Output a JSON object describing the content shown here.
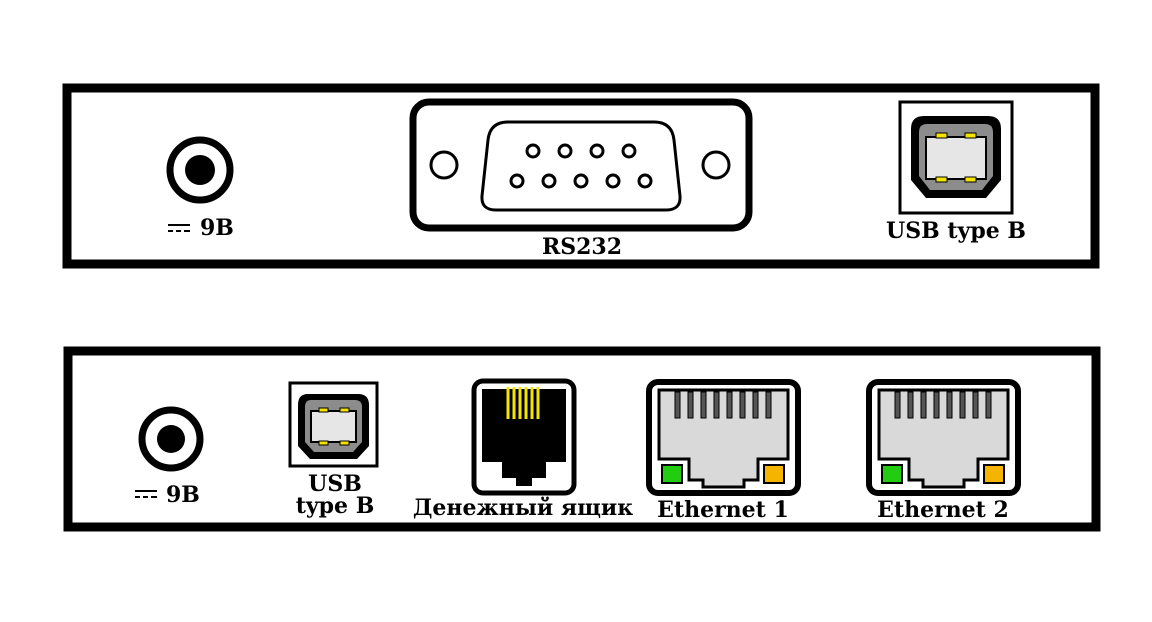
{
  "panels": [
    {
      "name": "panel-top",
      "power_label": "9В",
      "db9_label": "RS232",
      "usb_label": "USB type B"
    },
    {
      "name": "panel-bottom",
      "power_label": "9В",
      "usb_label_line1": "USB",
      "usb_label_line2": "type B",
      "rj11_label": "Денежный ящик",
      "eth1_label": "Ethernet 1",
      "eth2_label": "Ethernet 2"
    }
  ],
  "icons": {
    "dc": "dc-symbol-icon",
    "power": "power-jack-icon",
    "db9": "db9-connector-icon",
    "usb": "usb-b-port-icon",
    "rj11": "rj11-port-icon",
    "rj45": "rj45-port-icon"
  },
  "colors": {
    "outline": "#000000",
    "usb_gray": "#8c8c8c",
    "usb_inner": "#e6e6e6",
    "pin_yellow": "#f5e400",
    "led_green": "#22cc11",
    "led_orange": "#f5b400",
    "rj45_body": "#d9d9d9",
    "rj45_pin": "#555555"
  }
}
